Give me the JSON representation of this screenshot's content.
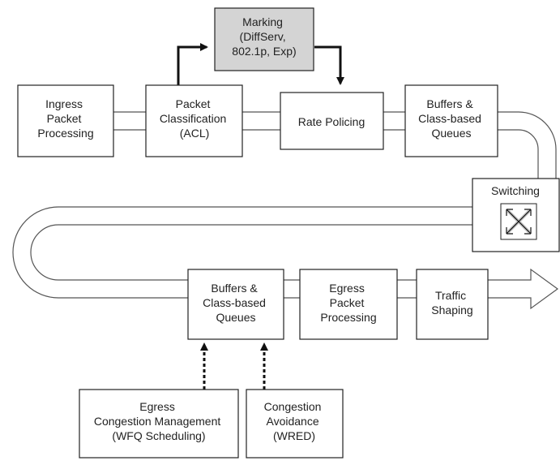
{
  "boxes": {
    "marking": {
      "lines": [
        "Marking",
        "(DiffServ,",
        "802.1p, Exp)"
      ]
    },
    "ingress": {
      "lines": [
        "Ingress",
        "Packet",
        "Processing"
      ]
    },
    "classification": {
      "lines": [
        "Packet",
        "Classification",
        "(ACL)"
      ]
    },
    "policing": {
      "lines": [
        "Rate Policing"
      ]
    },
    "buffers_top": {
      "lines": [
        "Buffers &",
        "Class-based",
        "Queues"
      ]
    },
    "switching": {
      "lines": [
        "Switching"
      ]
    },
    "buffers_bottom": {
      "lines": [
        "Buffers &",
        "Class-based",
        "Queues"
      ]
    },
    "egress": {
      "lines": [
        "Egress",
        "Packet",
        "Processing"
      ]
    },
    "shaping": {
      "lines": [
        "Traffic",
        "Shaping"
      ]
    },
    "congestion_mgmt": {
      "lines": [
        "Egress",
        "Congestion Management",
        "(WFQ Scheduling)"
      ]
    },
    "congestion_avoid": {
      "lines": [
        "Congestion",
        "Avoidance",
        "(WRED)"
      ]
    }
  },
  "colors": {
    "box_fill": "#ffffff",
    "marking_fill": "#d4d4d4",
    "stroke": "#222222",
    "pipe": "#555555"
  },
  "icons": {
    "switching": "switch-cross-arrows-icon"
  }
}
